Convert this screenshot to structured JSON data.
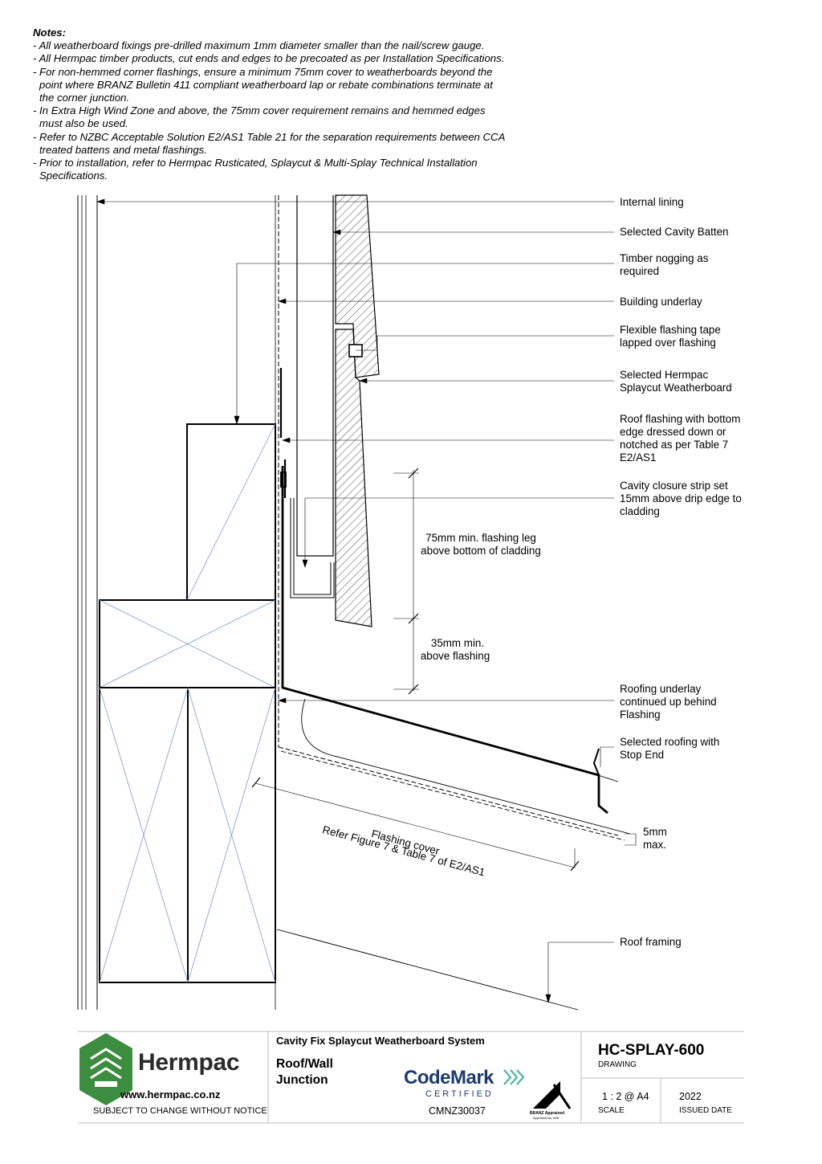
{
  "notes": {
    "title": "Notes:",
    "lines": [
      "- All weatherboard fixings pre-drilled maximum 1mm diameter smaller than the nail/screw gauge.",
      "- All Hermpac timber products, cut ends and edges to be precoated as per Installation Specifications.",
      "- For non-hemmed corner flashings, ensure a minimum 75mm cover to weatherboards beyond the",
      "  point where BRANZ Bulletin 411 compliant weatherboard lap or rebate combinations terminate at",
      "  the corner junction.",
      "- In Extra High Wind Zone and above, the 75mm cover requirement remains and hemmed edges",
      "  must also be used.",
      "- Refer to NZBC Acceptable Solution E2/AS1 Table 21 for the separation requirements between CCA",
      "  treated battens and metal flashings.",
      "- Prior to installation, refer to Hermpac Rusticated, Splaycut & Multi-Splay Technical Installation",
      "  Specifications."
    ]
  },
  "labels": {
    "internal_lining": "Internal lining",
    "cavity_batten": "Selected Cavity Batten",
    "nogging_1": "Timber nogging as",
    "nogging_2": "required",
    "building_underlay": "Building underlay",
    "flashing_tape_1": "Flexible flashing tape",
    "flashing_tape_2": "lapped over flashing",
    "weatherboard_1": "Selected Hermpac",
    "weatherboard_2": "Splaycut Weatherboard",
    "roof_flashing_1": "Roof flashing with bottom",
    "roof_flashing_2": "edge dressed down or",
    "roof_flashing_3": "notched as per Table 7",
    "roof_flashing_4": "E2/AS1",
    "closure_1": "Cavity closure strip set",
    "closure_2": "15mm above drip edge to",
    "closure_3": "cladding",
    "roof_underlay_1": "Roofing underlay",
    "roof_underlay_2": "continued up behind",
    "roof_underlay_3": "Flashing",
    "roofing_1": "Selected roofing with",
    "roofing_2": "Stop End",
    "gap_1": "5mm",
    "gap_2": "max.",
    "roof_framing": "Roof framing"
  },
  "dimensions": {
    "leg_1": "75mm min. flashing leg",
    "leg_2": "above bottom of cladding",
    "above_1": "35mm min.",
    "above_2": "above flashing",
    "cover_1": "Flashing cover",
    "cover_2": "Refer Figure 7 & Table 7 of E2/AS1"
  },
  "title_block": {
    "brand": "Hermpac",
    "website": "www.hermpac.co.nz",
    "notice": "SUBJECT TO CHANGE WITHOUT NOTICE",
    "system_title": "Cavity Fix Splaycut Weatherboard System",
    "subtitle_1": "Roof/Wall",
    "subtitle_2": "Junction",
    "codemark": "CodeMark",
    "certified": "CERTIFIED",
    "codemark_no": "CMNZ30037",
    "branz": "BRANZ Appraised",
    "branz_no": "Appraisal No. 838",
    "drawing_code": "HC-SPLAY-600",
    "drawing_label": "DRAWING",
    "scale": "1 : 2 @ A4",
    "scale_label": "SCALE",
    "issued": "2022",
    "issued_label": "ISSUED DATE"
  },
  "colors": {
    "brand_green": "#3c8d3f",
    "codemark_blue": "#1d3a6e",
    "timber_cross": "#7d9cc8"
  }
}
